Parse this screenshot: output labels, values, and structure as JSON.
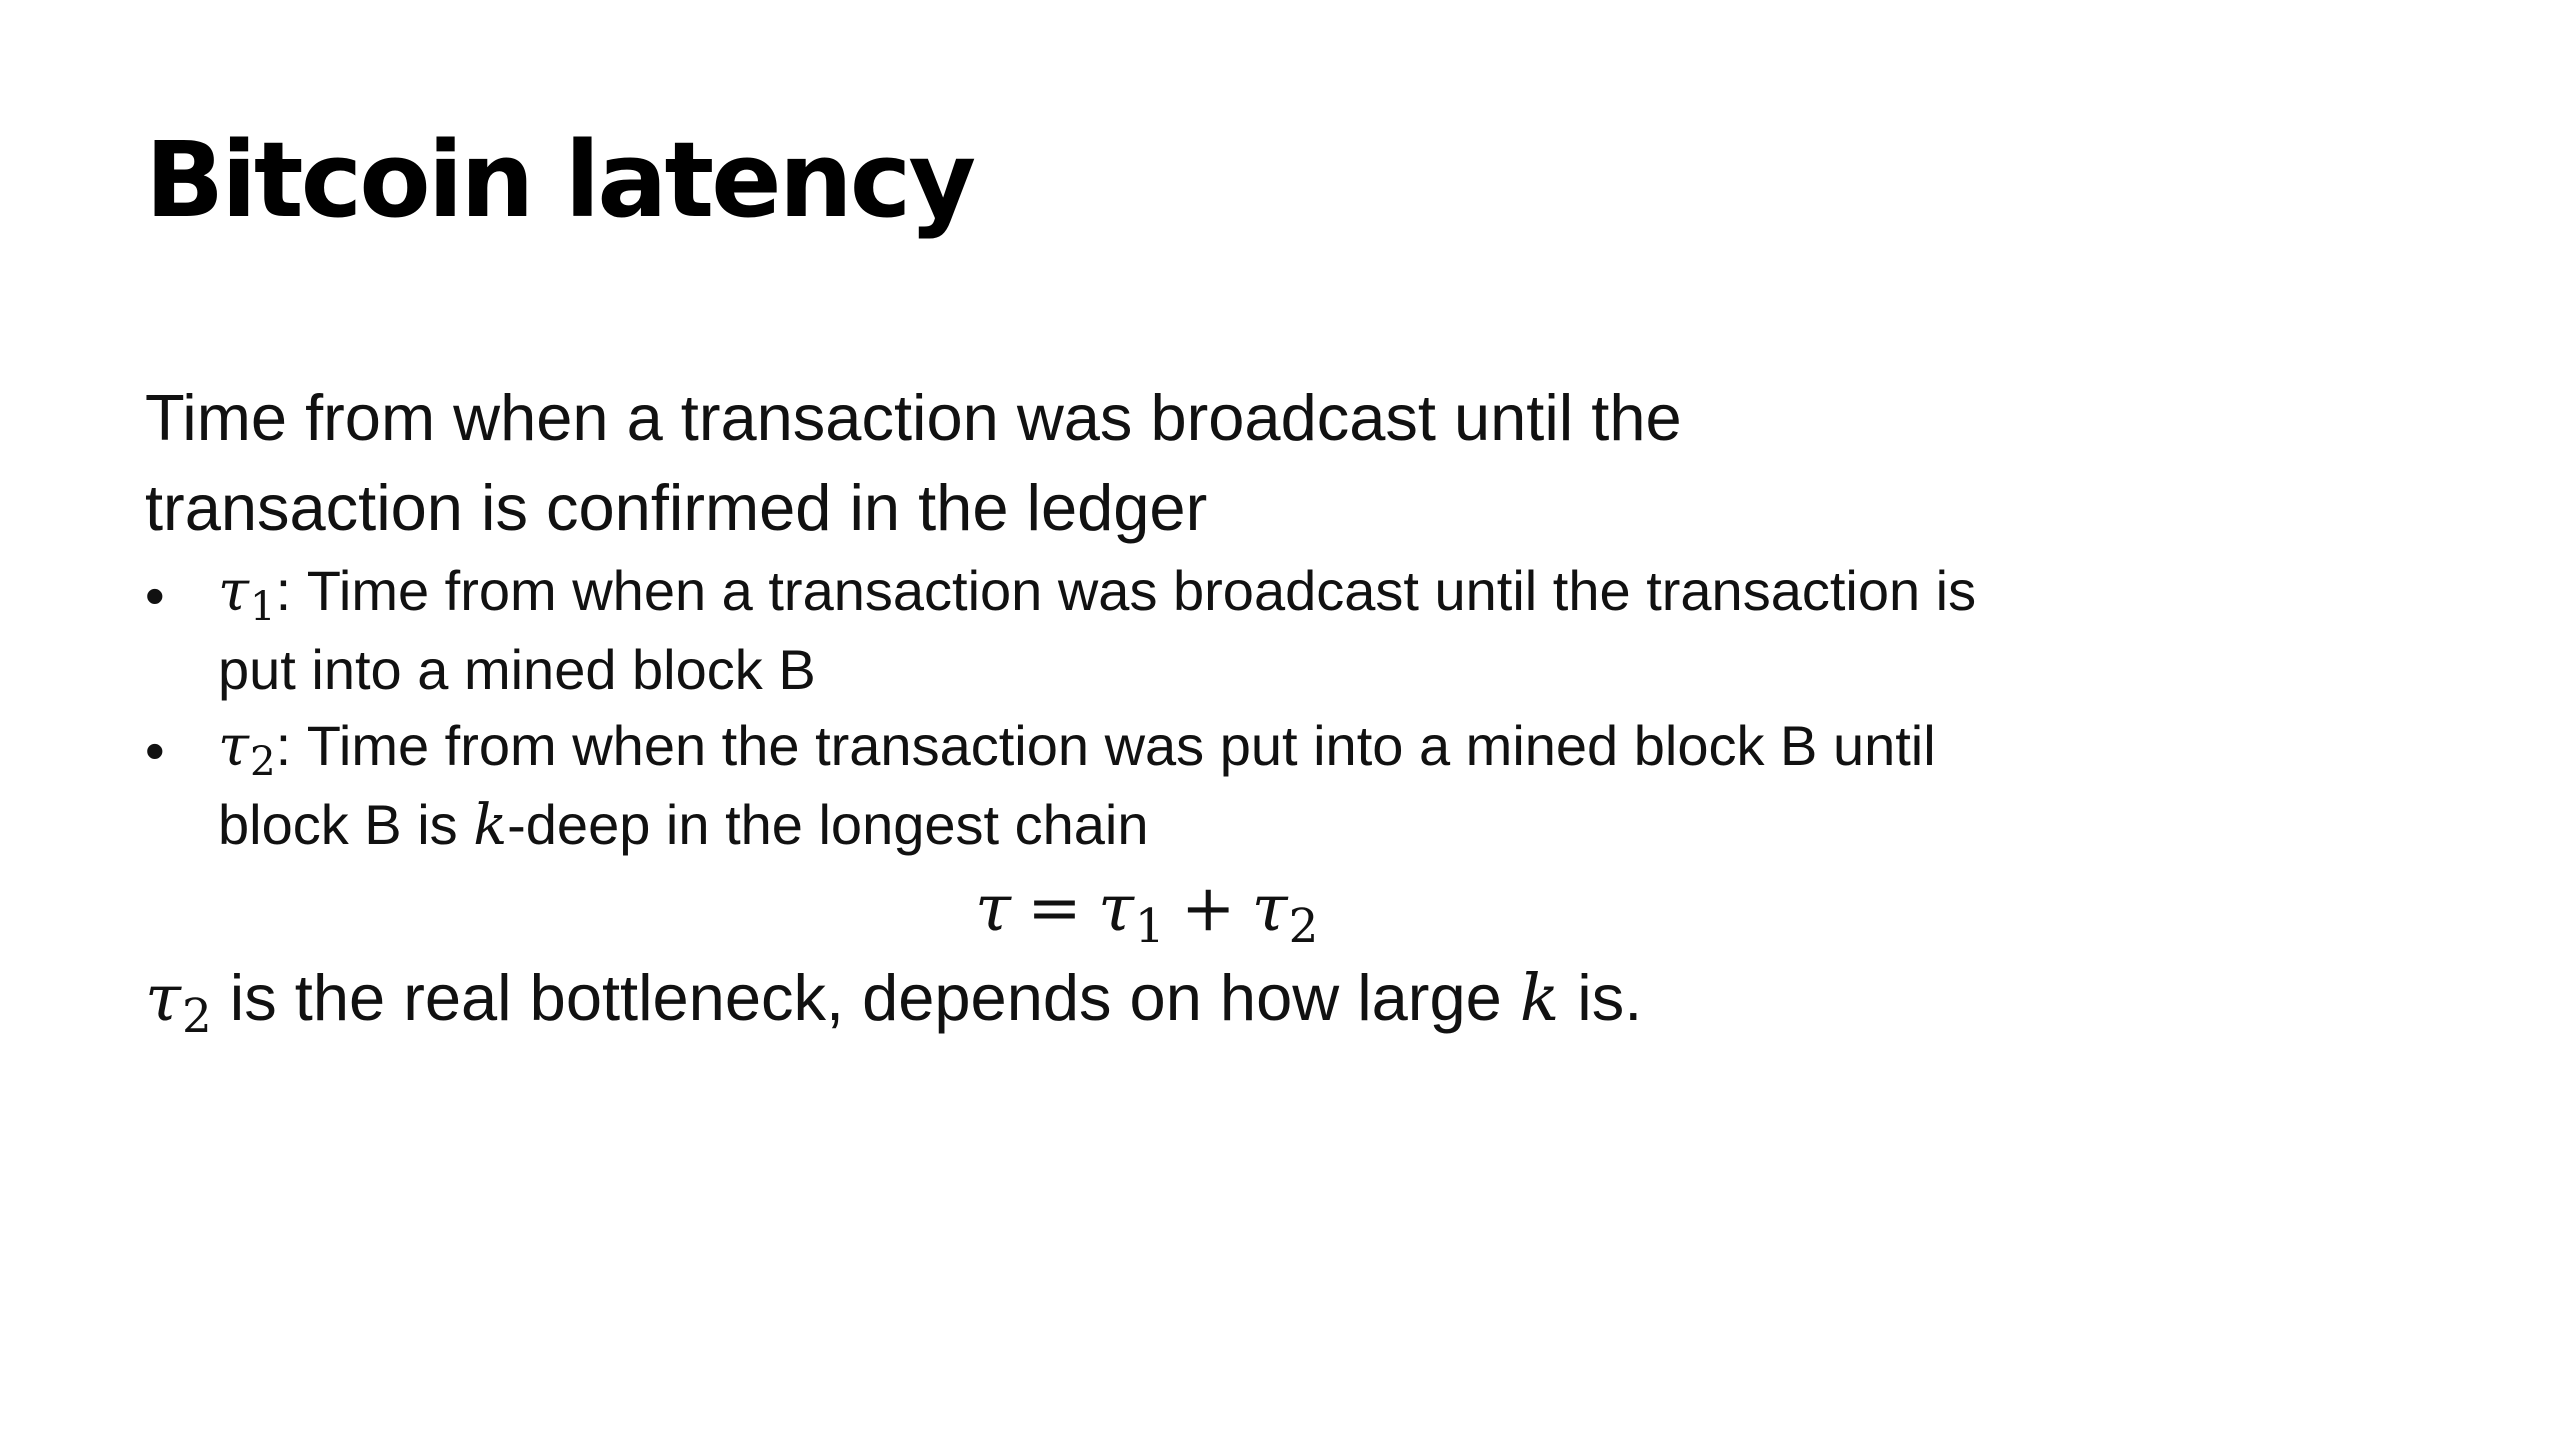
{
  "slide": {
    "title": "Bitcoin latency",
    "definition_line1": "Time from when a transaction was broadcast until the",
    "definition_line2": "transaction is confirmed in the ledger",
    "bullets": [
      {
        "symbol": "τ",
        "subscript": "1",
        "line1": ": Time from when a transaction was broadcast until the transaction is",
        "line2": "put into a mined block B"
      },
      {
        "symbol": "τ",
        "subscript": "2",
        "line1": ": Time from when the transaction was put into a mined block B until",
        "line2_before": "block B is ",
        "line2_var": "k",
        "line2_after": "-deep in the longest chain"
      }
    ],
    "equation": {
      "lhs": "τ",
      "equals": "=",
      "term1": "τ",
      "term1_sub": "1",
      "plus": "+",
      "term2": "τ",
      "term2_sub": "2"
    },
    "conclusion": {
      "symbol": "τ",
      "subscript": "2",
      "text_before": " is the real bottleneck, depends on how large ",
      "var": "k",
      "text_after": " is."
    },
    "bullet_char": "•"
  }
}
